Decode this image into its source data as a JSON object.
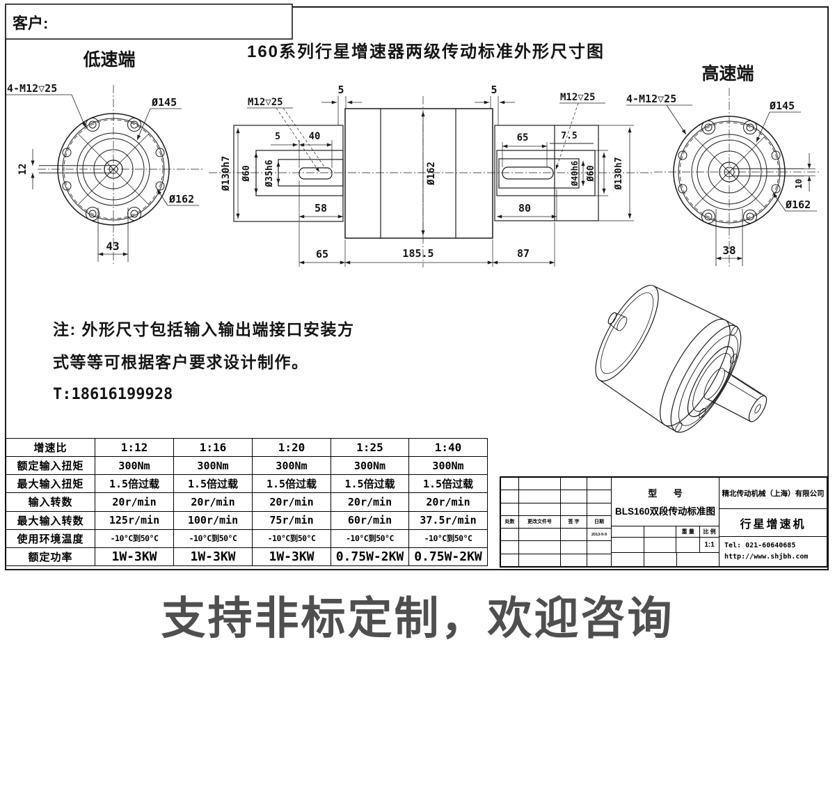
{
  "header": {
    "customer_label": "客户:",
    "title": "160系列行星增速器两级传动标准外形尺寸图",
    "low_speed_label": "低速端",
    "high_speed_label": "高速端"
  },
  "low_speed_view": {
    "bolt_note": "4-M12▽25",
    "bolt_circle_dia": "Ø145",
    "outer_dia": "Ø162",
    "key_width": "12",
    "key_length": "43"
  },
  "section_view": {
    "thread_note_left": "M12▽25",
    "thread_note_right": "M12▽25",
    "gap_left": "5",
    "gap_right": "5",
    "key_offset": "5",
    "key_length": "40",
    "flange_dia_left": "Ø130h7",
    "boss_dia_left": "Ø60",
    "shaft_dia_left": "Ø35h6",
    "bore_depth_left": "58",
    "length_left": "65",
    "body_dia": "Ø162",
    "body_length": "185.5",
    "key_length_right": "65",
    "key_offset_right": "7.5",
    "shaft_dia_right": "Ø40h6",
    "boss_dia_right": "Ø60",
    "flange_dia_right": "Ø130h7",
    "bore_depth_right": "80",
    "length_right": "87"
  },
  "high_speed_view": {
    "bolt_note": "4-M12▽25",
    "bolt_circle_dia": "Ø145",
    "outer_dia": "Ø162",
    "key_width": "10",
    "key_length": "38"
  },
  "notes": {
    "line1": "注: 外形尺寸包括输入输出端接口安装方",
    "line2": "式等等可根据客户要求设计制作。",
    "line3": "T:18616199928"
  },
  "spec_table": {
    "rows": [
      {
        "label": "增速比",
        "values": [
          "1:12",
          "1:16",
          "1:20",
          "1:25",
          "1:40"
        ]
      },
      {
        "label": "额定输入扭矩",
        "values": [
          "300Nm",
          "300Nm",
          "300Nm",
          "300Nm",
          "300Nm"
        ]
      },
      {
        "label": "最大输入扭矩",
        "values": [
          "1.5倍过载",
          "1.5倍过载",
          "1.5倍过载",
          "1.5倍过载",
          "1.5倍过载"
        ]
      },
      {
        "label": "输入转数",
        "values": [
          "20r/min",
          "20r/min",
          "20r/min",
          "20r/min",
          "20r/min"
        ]
      },
      {
        "label": "最大输入转数",
        "values": [
          "125r/min",
          "100r/min",
          "75r/min",
          "60r/min",
          "37.5r/min"
        ]
      },
      {
        "label": "使用环境温度",
        "values": [
          "-10°C到50°C",
          "-10°C到50°C",
          "-10°C到50°C",
          "-10°C到50°C",
          "-10°C到50°C"
        ]
      },
      {
        "label": "额定功率",
        "values": [
          "1W-3KW",
          "1W-3KW",
          "1W-3KW",
          "0.75W-2KW",
          "0.75W-2KW"
        ]
      }
    ]
  },
  "title_block": {
    "model_label": "型 号",
    "model_value": "BLS160双段传动标准图",
    "company": "精北传动机械（上海）有限公司",
    "product": "行星增速机",
    "tel": "Tel: 021-60640685",
    "url": "http://www.shjbh.com",
    "weight_label": "重 量",
    "scale_label": "比 例",
    "scale_value": "1:1",
    "rev_cols": [
      "处数",
      "更改文件号",
      "签 字",
      "日期"
    ],
    "date": "2013-9-9"
  },
  "banner": {
    "text": "支持非标定制，欢迎咨询"
  }
}
